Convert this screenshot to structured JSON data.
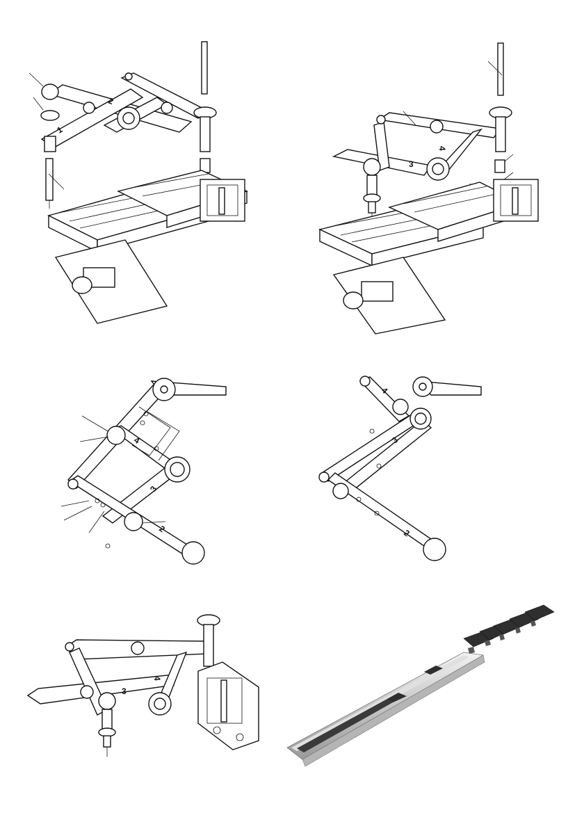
{
  "figure": {
    "panels": [
      {
        "id": "exploded-top-left",
        "arm_numbers": [
          "1",
          "2"
        ]
      },
      {
        "id": "assembled-top-right",
        "arm_numbers": [
          "3",
          "4"
        ]
      },
      {
        "id": "linkage-middle-left",
        "arm_numbers": [
          "4",
          "3",
          "2"
        ]
      },
      {
        "id": "linkage-middle-right",
        "arm_numbers": [
          "4",
          "3",
          "2"
        ]
      },
      {
        "id": "assembled-bottom-left",
        "arm_numbers": [
          "4",
          "3"
        ]
      },
      {
        "id": "letter-rail-bottom-right",
        "arm_numbers": []
      }
    ]
  }
}
